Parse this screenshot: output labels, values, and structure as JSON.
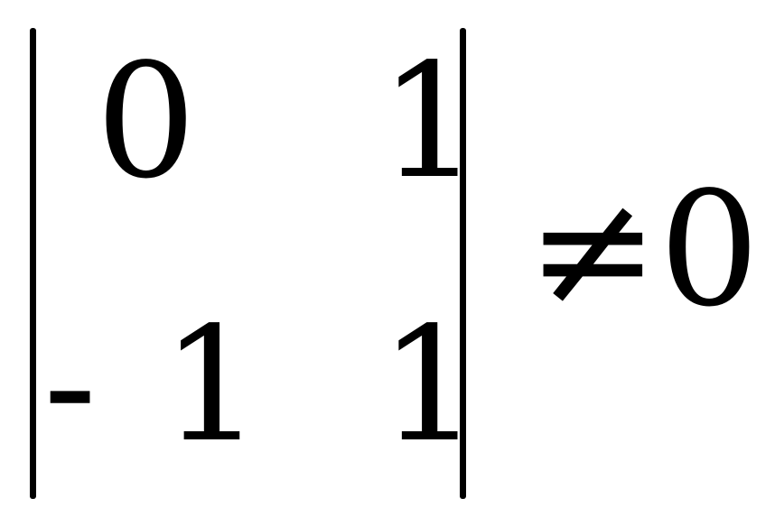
{
  "matrix": {
    "rows": [
      [
        "0",
        "1"
      ],
      [
        "- 1",
        "1"
      ]
    ]
  },
  "relation": {
    "symbol": "≠",
    "rhs": "0"
  }
}
